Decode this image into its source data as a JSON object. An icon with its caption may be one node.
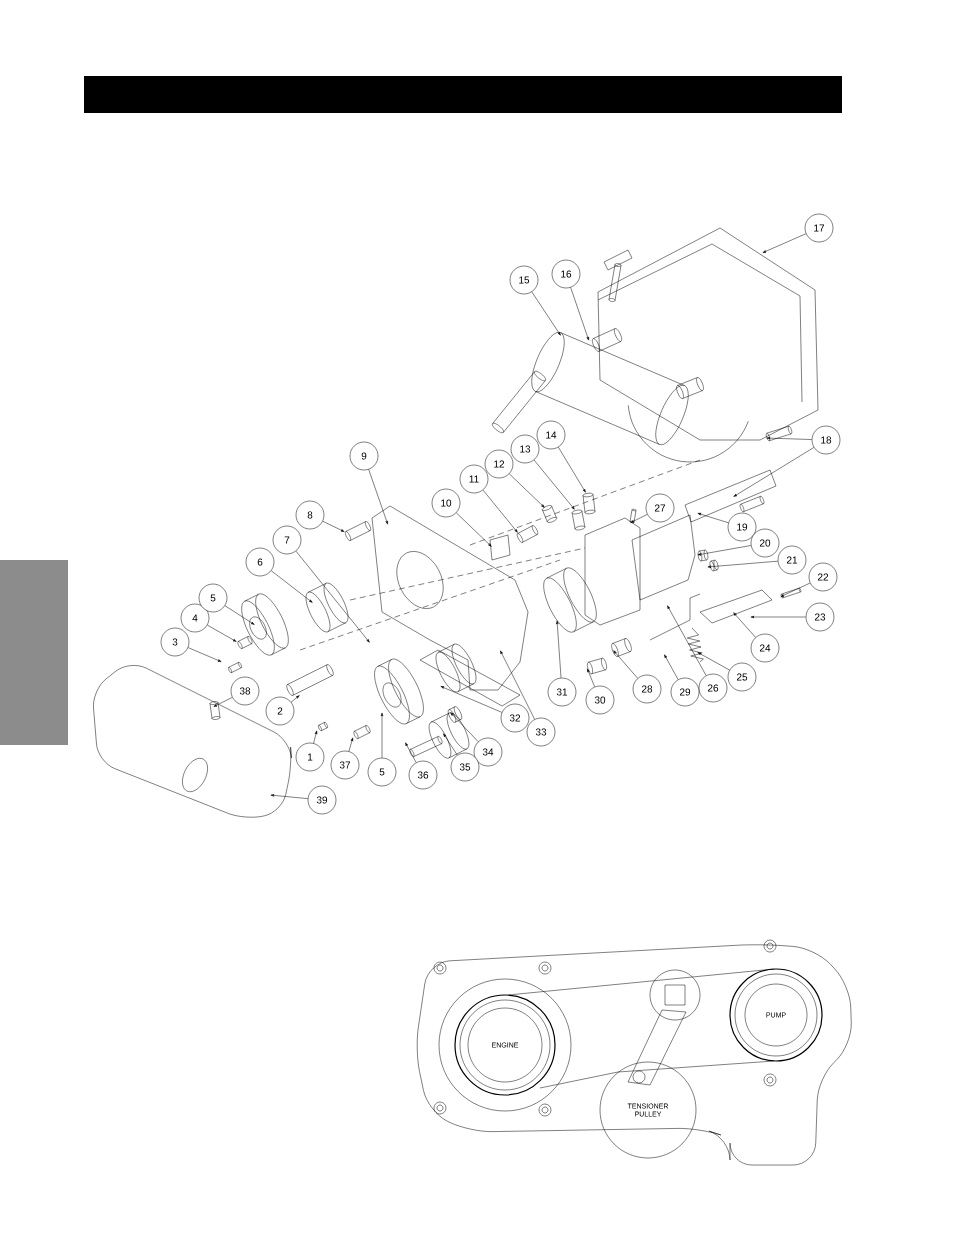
{
  "diagram": {
    "nodes": [
      {
        "text": [
          "1"
        ]
      },
      {
        "text": [
          "2"
        ]
      },
      {
        "text": [
          "3"
        ]
      },
      {
        "text": [
          "4"
        ]
      },
      {
        "text": [
          "5"
        ]
      },
      {
        "text": [
          "6"
        ]
      },
      {
        "text": [
          "7"
        ]
      },
      {
        "text": [
          "8"
        ]
      },
      {
        "text": [
          "9"
        ]
      },
      {
        "text": [
          "10"
        ]
      },
      {
        "text": [
          "11"
        ]
      },
      {
        "text": [
          "12"
        ]
      },
      {
        "text": [
          "13"
        ]
      },
      {
        "text": [
          "14"
        ]
      },
      {
        "text": [
          "15"
        ]
      },
      {
        "text": [
          "16"
        ]
      },
      {
        "text": [
          "17"
        ]
      },
      {
        "text": [
          "18"
        ]
      },
      {
        "text": [
          "19"
        ]
      },
      {
        "text": [
          "20"
        ]
      },
      {
        "text": [
          "21"
        ]
      },
      {
        "text": [
          "22"
        ]
      },
      {
        "text": [
          "23"
        ]
      },
      {
        "text": [
          "24"
        ]
      },
      {
        "text": [
          "25"
        ]
      },
      {
        "text": [
          "26"
        ]
      },
      {
        "text": [
          "27"
        ]
      },
      {
        "text": [
          "28"
        ]
      },
      {
        "text": [
          "29"
        ]
      },
      {
        "text": [
          "30"
        ]
      },
      {
        "text": [
          "31"
        ]
      },
      {
        "text": [
          "32"
        ]
      },
      {
        "text": [
          "33"
        ]
      },
      {
        "text": [
          "34"
        ]
      },
      {
        "text": [
          "35"
        ]
      },
      {
        "text": [
          "36"
        ]
      },
      {
        "text": [
          "37"
        ]
      },
      {
        "text": [
          "38"
        ]
      },
      {
        "text": [
          "39"
        ]
      },
      {
        "text": [
          "5"
        ]
      },
      {
        "text": [
          "ENGINE"
        ]
      },
      {
        "text": [
          "PUMP"
        ]
      },
      {
        "text": [
          "TENSIONER PULLEY"
        ]
      },
      {
        "text": [],
        "shape": "box"
      }
    ],
    "edges": [
      {
        "from": 0,
        "to": null,
        "arrow": "to"
      },
      {
        "from": 1,
        "to": null,
        "arrow": "to"
      },
      {
        "from": 2,
        "to": null,
        "arrow": "to"
      },
      {
        "from": 3,
        "to": null,
        "arrow": "to"
      },
      {
        "from": 4,
        "to": null,
        "arrow": "to"
      },
      {
        "from": 5,
        "to": null,
        "arrow": "to"
      },
      {
        "from": 6,
        "to": null,
        "arrow": "to"
      },
      {
        "from": 7,
        "to": null,
        "arrow": "to"
      },
      {
        "from": 8,
        "to": null,
        "arrow": "to"
      },
      {
        "from": 9,
        "to": null,
        "arrow": "to"
      },
      {
        "from": 10,
        "to": null,
        "arrow": "to"
      },
      {
        "from": 11,
        "to": null,
        "arrow": "to"
      },
      {
        "from": 12,
        "to": null,
        "arrow": "to"
      },
      {
        "from": 13,
        "to": null,
        "arrow": "to"
      },
      {
        "from": 14,
        "to": null,
        "arrow": "to"
      },
      {
        "from": 15,
        "to": null,
        "arrow": "to"
      },
      {
        "from": 16,
        "to": null,
        "arrow": "to"
      },
      {
        "from": 17,
        "to": null,
        "arrow": "to"
      },
      {
        "from": 17,
        "to": null,
        "arrow": "to"
      },
      {
        "from": 18,
        "to": null,
        "arrow": "to"
      },
      {
        "from": 19,
        "to": null,
        "arrow": "to"
      },
      {
        "from": 20,
        "to": null,
        "arrow": "to"
      },
      {
        "from": 21,
        "to": null,
        "arrow": "to"
      },
      {
        "from": 22,
        "to": null,
        "arrow": "to"
      },
      {
        "from": 23,
        "to": null,
        "arrow": "to"
      },
      {
        "from": 24,
        "to": null,
        "arrow": "to"
      },
      {
        "from": 25,
        "to": null,
        "arrow": "to"
      },
      {
        "from": 26,
        "to": null,
        "arrow": "to"
      },
      {
        "from": 27,
        "to": null,
        "arrow": "to"
      },
      {
        "from": 28,
        "to": null,
        "arrow": "to"
      },
      {
        "from": 29,
        "to": null,
        "arrow": "to"
      },
      {
        "from": 30,
        "to": null,
        "arrow": "to"
      },
      {
        "from": 31,
        "to": null,
        "arrow": "to"
      },
      {
        "from": 32,
        "to": null,
        "arrow": "to"
      },
      {
        "from": 33,
        "to": null,
        "arrow": "to"
      },
      {
        "from": 34,
        "to": null,
        "arrow": "to"
      },
      {
        "from": 35,
        "to": null,
        "arrow": "to"
      },
      {
        "from": 36,
        "to": null,
        "arrow": "to"
      },
      {
        "from": 37,
        "to": null,
        "arrow": "to"
      },
      {
        "from": 38,
        "to": null,
        "arrow": "to"
      },
      {
        "from": 39,
        "to": null,
        "arrow": "to"
      }
    ]
  }
}
